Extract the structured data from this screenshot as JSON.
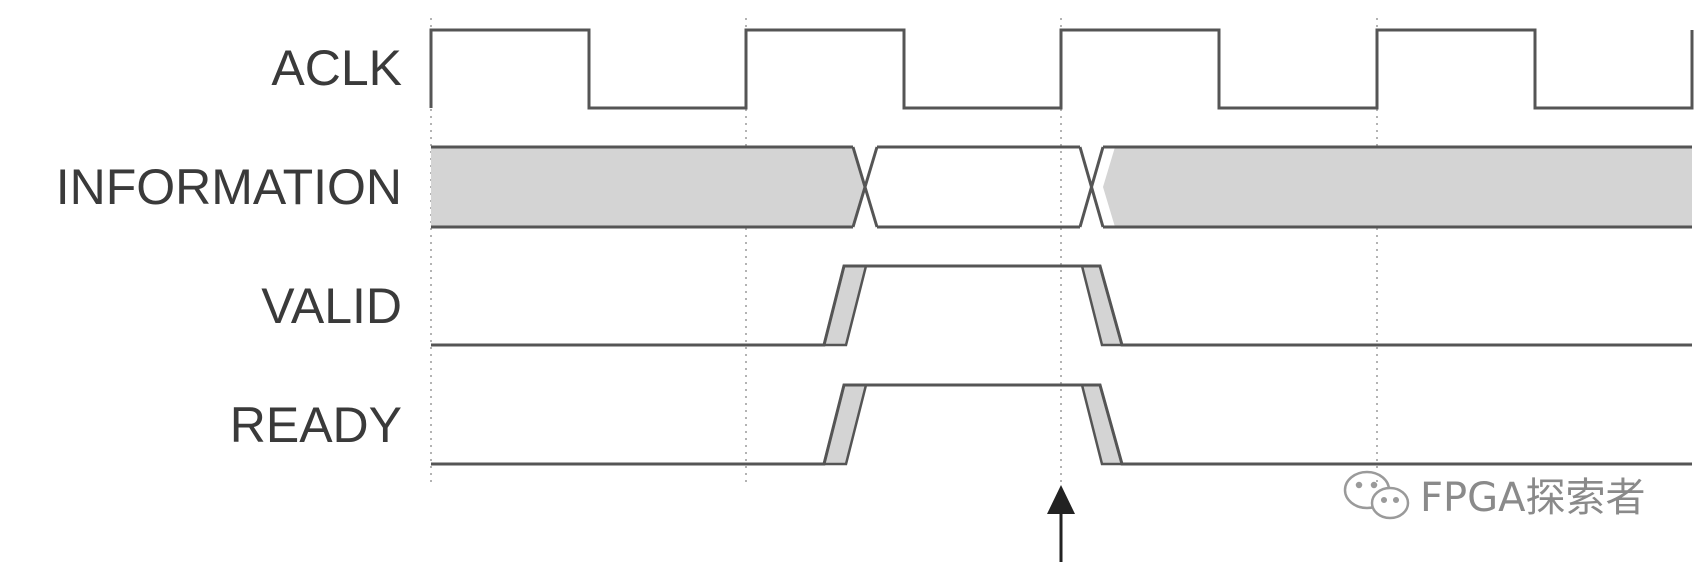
{
  "signals": [
    {
      "key": "aclk",
      "label": "ACLK"
    },
    {
      "key": "information",
      "label": "INFORMATION"
    },
    {
      "key": "valid",
      "label": "VALID"
    },
    {
      "key": "ready",
      "label": "READY"
    }
  ],
  "clock": {
    "cycles": 4
  },
  "information": {
    "valid_cycle_span": "cycle 2 to cycle 3 (handshake)"
  },
  "handshake": {
    "marker": "up-arrow",
    "edge": 3
  },
  "watermark": {
    "icon": "wechat-icon",
    "text": "FPGA探索者"
  },
  "colors": {
    "line": "#555555",
    "fill": "#d4d4d4",
    "label": "#3a3a3a",
    "watermark": "#8a8a8a"
  }
}
